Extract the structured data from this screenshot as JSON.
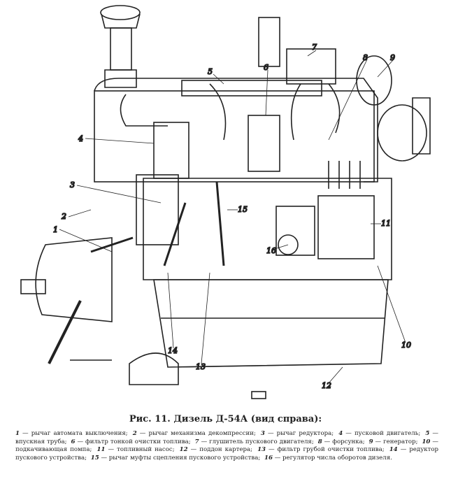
{
  "caption": {
    "title": "Рис. 11. Дизель Д-54А (вид справа):"
  },
  "legend": [
    {
      "n": "1",
      "text": "рычаг автомата выключения;"
    },
    {
      "n": "2",
      "text": "рычаг механизма декомпрессии;"
    },
    {
      "n": "3",
      "text": "рычаг редуктора;"
    },
    {
      "n": "4",
      "text": "пусковой двигатель;"
    },
    {
      "n": "5",
      "text": "впускная труба;"
    },
    {
      "n": "6",
      "text": "фильтр тонкой очистки топлива;"
    },
    {
      "n": "7",
      "text": "глушитель пускового двигателя;"
    },
    {
      "n": "8",
      "text": "форсунка;"
    },
    {
      "n": "9",
      "text": "генератор;"
    },
    {
      "n": "10",
      "text": "подкачивающая помпа;"
    },
    {
      "n": "11",
      "text": "топливный насос;"
    },
    {
      "n": "12",
      "text": "поддон картера;"
    },
    {
      "n": "13",
      "text": "фильтр грубой очистки топлива;"
    },
    {
      "n": "14",
      "text": "редуктор пускового устройства;"
    },
    {
      "n": "15",
      "text": "рычаг муфты сцепления пускового устройства;"
    },
    {
      "n": "16",
      "text": "регулятор числа оборотов дизеля."
    }
  ],
  "callouts": [
    "1",
    "2",
    "3",
    "4",
    "5",
    "6",
    "7",
    "8",
    "9",
    "10",
    "11",
    "12",
    "13",
    "14",
    "15",
    "16"
  ]
}
